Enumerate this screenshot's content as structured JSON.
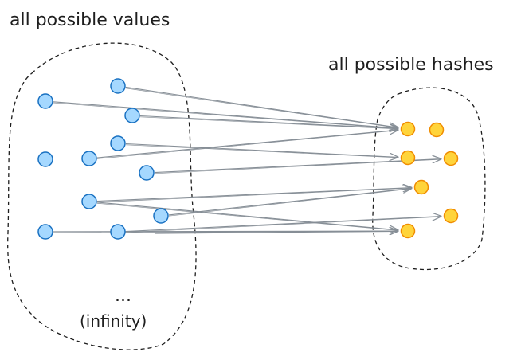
{
  "labels": {
    "values_title": "all possible values",
    "hashes_title": "all possible hashes",
    "ellipsis": "...",
    "infinity": "(infinity)"
  },
  "colors": {
    "value_fill": "#a5d8ff",
    "value_stroke": "#1971c2",
    "hash_fill": "#ffd43b",
    "hash_stroke": "#f08c00",
    "arrow": "#868e96",
    "outline": "#1e1e1e"
  },
  "nodes": {
    "values": [
      {
        "id": "v1"
      },
      {
        "id": "v2"
      },
      {
        "id": "v3"
      },
      {
        "id": "v4"
      },
      {
        "id": "v5"
      },
      {
        "id": "v6"
      },
      {
        "id": "v7"
      },
      {
        "id": "v8"
      },
      {
        "id": "v9"
      },
      {
        "id": "v10"
      },
      {
        "id": "v11"
      },
      {
        "id": "v12"
      }
    ],
    "hashes": [
      {
        "id": "h1"
      },
      {
        "id": "h2"
      },
      {
        "id": "h3"
      },
      {
        "id": "h4"
      },
      {
        "id": "h5"
      },
      {
        "id": "h6"
      },
      {
        "id": "h7"
      }
    ]
  },
  "mappings": [
    {
      "from": "v1",
      "to": "h1"
    },
    {
      "from": "v2",
      "to": "h1"
    },
    {
      "from": "v3",
      "to": "h1"
    },
    {
      "from": "v6",
      "to": "h1"
    },
    {
      "from": "v4",
      "to": "h3"
    },
    {
      "from": "v7",
      "to": "h4"
    },
    {
      "from": "v8",
      "to": "h5"
    },
    {
      "from": "v9",
      "to": "h5"
    },
    {
      "from": "v11",
      "to": "h6"
    },
    {
      "from": "v10",
      "to": "h7"
    },
    {
      "from": "v12",
      "to": "h7"
    },
    {
      "from": "v8",
      "to": "h7"
    }
  ]
}
